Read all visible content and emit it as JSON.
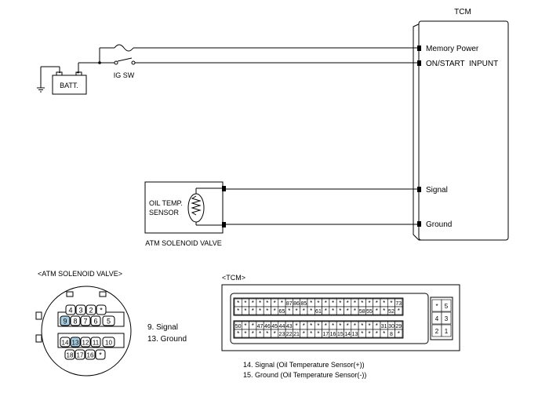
{
  "tcm": {
    "title": "TCM",
    "pins": [
      "Memory Power",
      "ON/START  INPUNT",
      "Signal",
      "Ground"
    ]
  },
  "battery": {
    "label": "BATT."
  },
  "ig_switch": {
    "label": "IG SW"
  },
  "sensor": {
    "label_line1": "OIL TEMP.",
    "label_line2": "SENSOR",
    "caption": "ATM SOLENOID VALVE"
  },
  "solenoid_connector": {
    "title": "<ATM SOLENOID VALVE>",
    "row1": [
      "4",
      "3",
      "2",
      "*"
    ],
    "row2": [
      "9",
      "8",
      "7",
      "6",
      "5"
    ],
    "row3": [
      "14",
      "13",
      "12",
      "11",
      "10"
    ],
    "row4": [
      "18",
      "17",
      "16",
      "*"
    ],
    "highlighted": [
      "9",
      "13"
    ],
    "highlight_color": "#a9cde0",
    "notes": [
      "9. Signal",
      "13. Ground"
    ]
  },
  "tcm_connector": {
    "title": "<TCM>",
    "upper_row1": [
      "*",
      "*",
      "*",
      "*",
      "*",
      "*",
      "*",
      "87",
      "86",
      "85",
      "*",
      "*",
      "*",
      "*",
      "*",
      "*",
      "*",
      "*",
      "*",
      "*",
      "*",
      "*",
      "73"
    ],
    "upper_row2": [
      "*",
      "*",
      "*",
      "*",
      "*",
      "*",
      "65",
      "*",
      "*",
      "*",
      "*",
      "61",
      "*",
      "*",
      "*",
      "*",
      "*",
      "58",
      "55",
      "*",
      "*",
      "52",
      "*"
    ],
    "lower_row1": [
      "50",
      "*",
      "*",
      "47",
      "46",
      "45",
      "44",
      "43",
      "*",
      "*",
      "*",
      "*",
      "*",
      "*",
      "*",
      "*",
      "*",
      "*",
      "*",
      "*",
      "31",
      "30",
      "29"
    ],
    "lower_row2": [
      "*",
      "*",
      "*",
      "*",
      "*",
      "*",
      "23",
      "22",
      "21",
      "*",
      "*",
      "*",
      "17",
      "16",
      "15",
      "14",
      "13",
      "*",
      "*",
      "*",
      "*",
      "8",
      "*"
    ],
    "side_block": [
      "*",
      "5",
      "4",
      "3",
      "2",
      "1"
    ],
    "notes": [
      "14. Signal (Oil Temperature Sensor(+))",
      "15. Ground (Oil Temperature Sensor(-))"
    ]
  }
}
